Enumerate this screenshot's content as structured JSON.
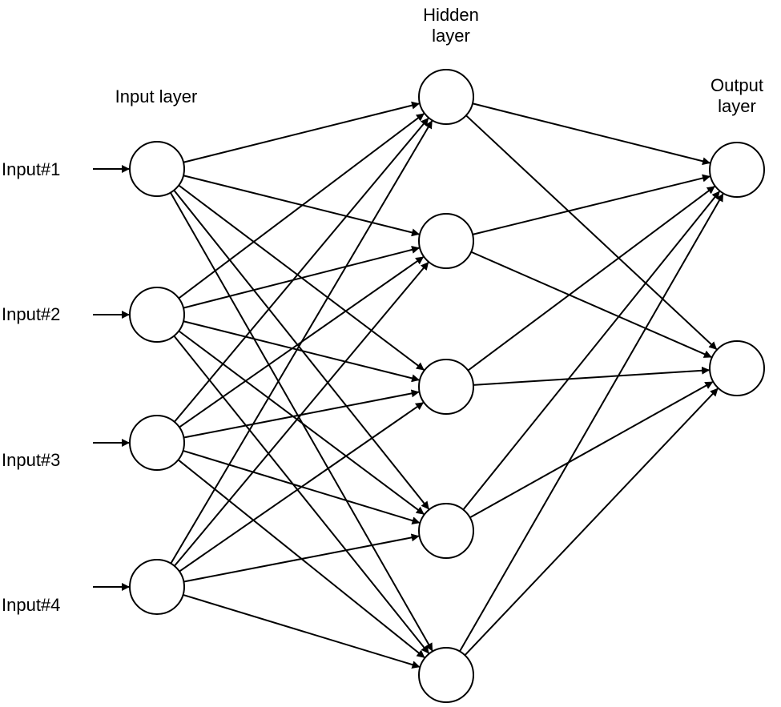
{
  "layers": {
    "input": {
      "title": "Input layer",
      "node_count": 4,
      "inputs": [
        "Input#1",
        "Input#2",
        "Input#3",
        "Input#4"
      ]
    },
    "hidden": {
      "title": "Hidden\nlayer",
      "node_count": 5
    },
    "output": {
      "title": "Output\nlayer",
      "node_count": 2
    }
  },
  "connections": {
    "input_to_hidden": "fully connected",
    "hidden_to_output": "fully connected"
  },
  "colors": {
    "stroke": "#000000",
    "node_fill": "#ffffff",
    "background": "#ffffff"
  }
}
